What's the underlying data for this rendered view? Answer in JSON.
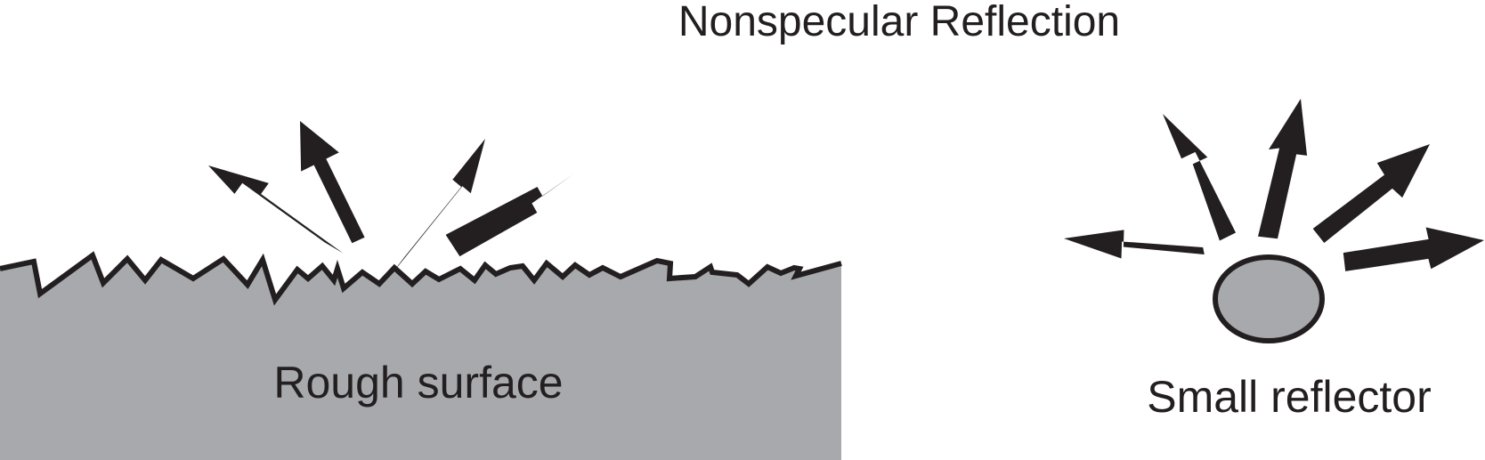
{
  "title": "Nonspecular Reflection",
  "rough_surface": {
    "label": "Rough surface",
    "fill_color": "#a7a9ac"
  },
  "small_reflector": {
    "label": "Small reflector",
    "fill_color": "#a7a9ac"
  },
  "colors": {
    "stroke": "#231f20",
    "arrow": "#231f20",
    "background": "#ffffff"
  }
}
